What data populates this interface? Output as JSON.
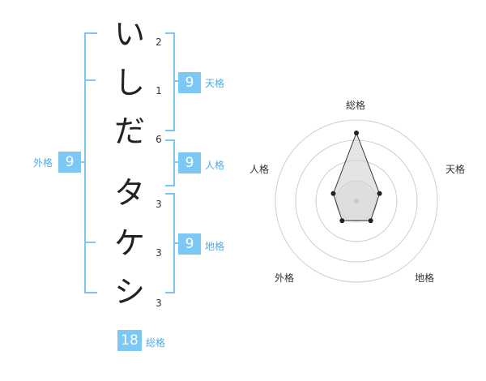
{
  "name_chars": [
    {
      "char": "い",
      "strokes": "2"
    },
    {
      "char": "し",
      "strokes": "1"
    },
    {
      "char": "だ",
      "strokes": "6"
    },
    {
      "char": "タ",
      "strokes": "3"
    },
    {
      "char": "ケ",
      "strokes": "3"
    },
    {
      "char": "シ",
      "strokes": "3"
    }
  ],
  "fortunes": {
    "tenkaku": {
      "label": "天格",
      "value": "9"
    },
    "jinkaku": {
      "label": "人格",
      "value": "9"
    },
    "chikaku": {
      "label": "地格",
      "value": "9"
    },
    "gaikaku": {
      "label": "外格",
      "value": "9"
    },
    "soukaku": {
      "label": "総格",
      "value": "18"
    }
  },
  "colors": {
    "accent": "#7cc8f4",
    "label": "#4aaee8"
  },
  "chart_data": {
    "type": "radar",
    "axes": [
      "総格",
      "天格",
      "地格",
      "外格",
      "人格"
    ],
    "values": [
      0.84,
      0.3,
      0.3,
      0.3,
      0.3
    ],
    "max": 1,
    "rings": 4
  }
}
